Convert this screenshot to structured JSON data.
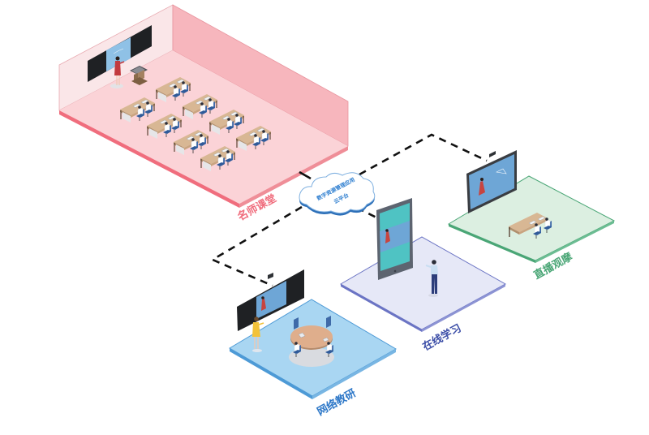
{
  "diagram": {
    "hub": {
      "name": "cloud-platform",
      "line1": "数字资源管理应用",
      "line2": "云平台"
    },
    "nodes": [
      {
        "id": "famous-teacher-classroom",
        "label": "名师课堂",
        "color": "#f06d7d",
        "floor": "#fbd6da",
        "wall": "#f7b8be"
      },
      {
        "id": "network-teaching-research",
        "label": "网络教研",
        "color": "#2e78c8",
        "floor": "#a9d6f2"
      },
      {
        "id": "online-learning",
        "label": "在线学习",
        "color": "#3d4fa8",
        "floor": "#e4e6f6"
      },
      {
        "id": "live-observation",
        "label": "直播观摩",
        "color": "#4aa676",
        "floor": "#dcefe1"
      }
    ],
    "connections": [
      {
        "from": "cloud-platform",
        "to": "famous-teacher-classroom",
        "style": "dashed"
      },
      {
        "from": "cloud-platform",
        "to": "network-teaching-research",
        "style": "dashed"
      },
      {
        "from": "cloud-platform",
        "to": "online-learning",
        "style": "dashed"
      },
      {
        "from": "cloud-platform",
        "to": "live-observation",
        "style": "dashed"
      }
    ]
  }
}
